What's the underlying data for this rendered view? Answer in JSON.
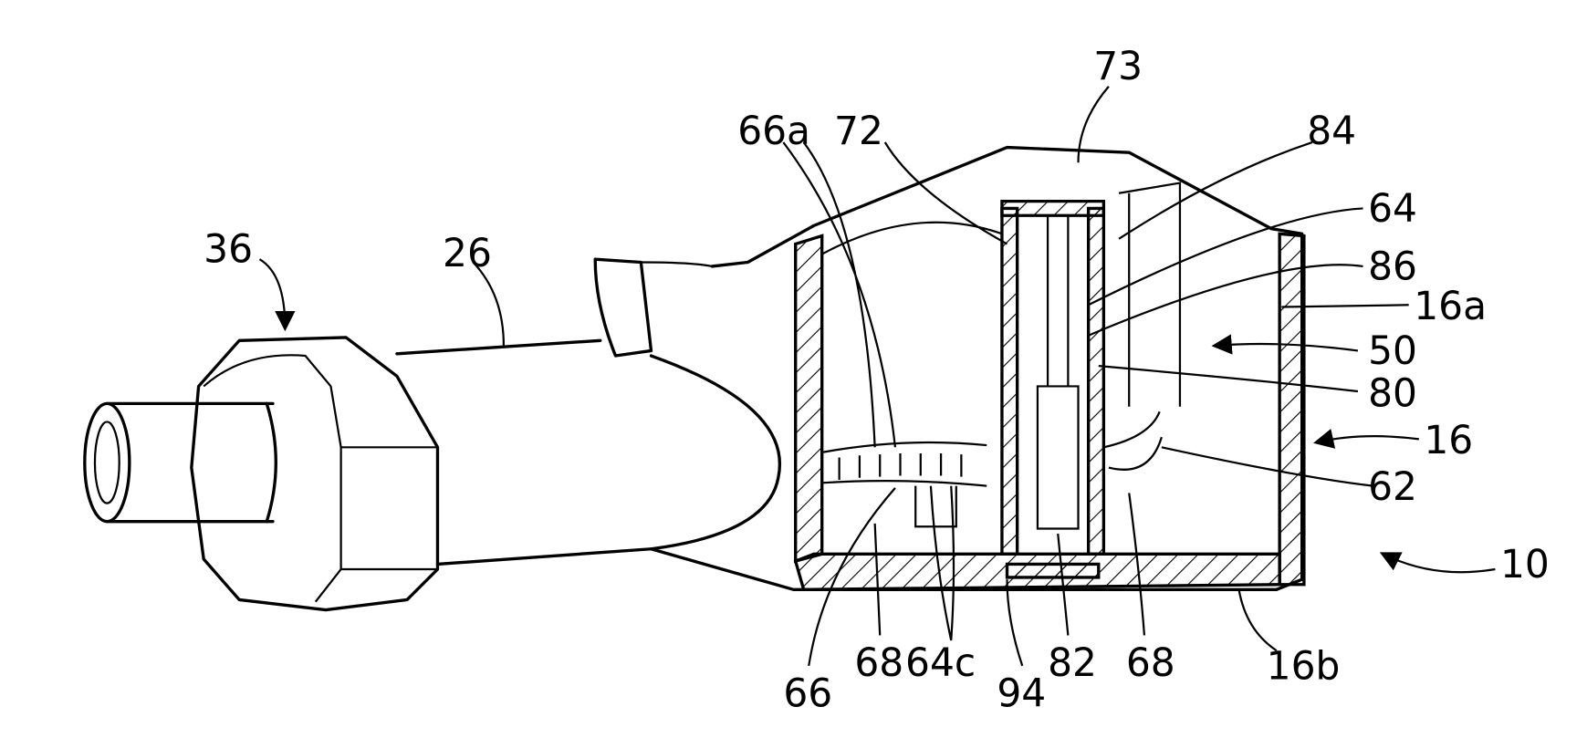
{
  "figure": {
    "labels": {
      "l73": "73",
      "l66a": "66a",
      "l72": "72",
      "l84": "84",
      "l64": "64",
      "l86": "86",
      "l16a": "16a",
      "l50": "50",
      "l80": "80",
      "l16": "16",
      "l62": "62",
      "l10": "10",
      "l16b": "16b",
      "l68r": "68",
      "l82": "82",
      "l94": "94",
      "l64c": "64c",
      "l68l": "68",
      "l66": "66",
      "l36": "36",
      "l26": "26"
    }
  }
}
